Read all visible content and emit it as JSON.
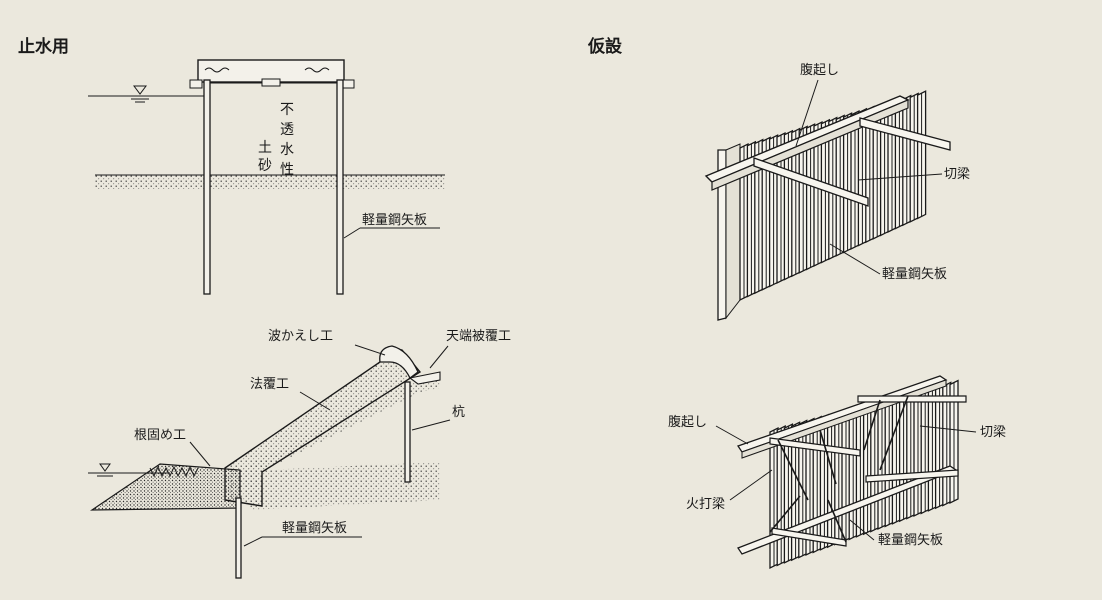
{
  "sections": {
    "left_title": "止水用",
    "right_title": "仮設"
  },
  "cofferdam": {
    "soil_chars": [
      "不",
      "透",
      "水",
      "性",
      "土",
      "砂"
    ],
    "sheet_pile_label": "軽量鋼矢板"
  },
  "seawall": {
    "wave_return_label": "波かえし工",
    "crest_cover_label": "天端被覆工",
    "slope_cover_label": "法覆工",
    "pile_label": "杭",
    "toe_protection_label": "根固め工",
    "sheet_pile_label": "軽量鋼矢板"
  },
  "shoring_top": {
    "wale_label": "腹起し",
    "strut_label": "切梁",
    "sheet_pile_label": "軽量鋼矢板"
  },
  "shoring_bottom": {
    "wale_label": "腹起し",
    "strut_label": "切梁",
    "corner_strut_label": "火打梁",
    "sheet_pile_label": "軽量鋼矢板"
  }
}
